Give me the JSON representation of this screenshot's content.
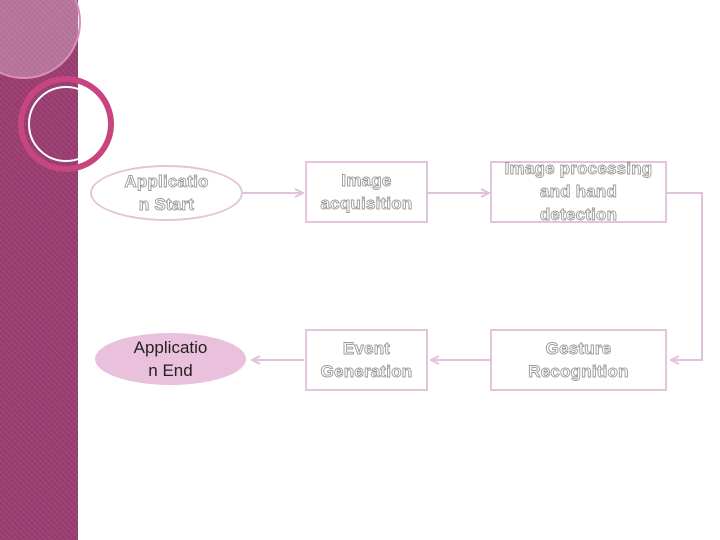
{
  "colors": {
    "sidebar": "#9b3d72",
    "node_border": "#e4c4dc",
    "end_fill": "#eac1dc",
    "arrow": "#e2c2da"
  },
  "nodes": {
    "app_start": [
      "Applicatio",
      "n Start"
    ],
    "image_acquisition": [
      "Image",
      "acquisition"
    ],
    "image_processing": [
      "Image processing",
      "and hand",
      "detection"
    ],
    "gesture_recognition": [
      "Gesture",
      "Recognition"
    ],
    "event_generation": [
      "Event",
      "Generation"
    ],
    "app_end": [
      "Applicatio",
      "n End"
    ]
  }
}
